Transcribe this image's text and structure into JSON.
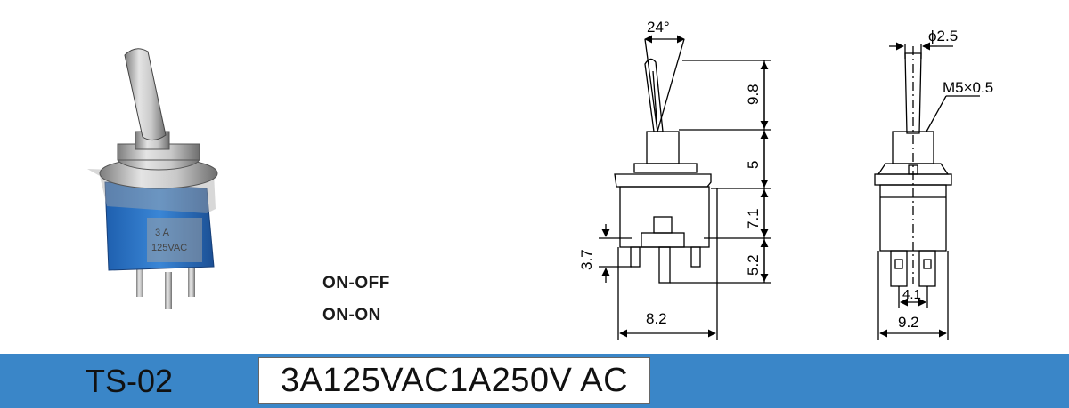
{
  "product": {
    "model": "TS-02",
    "rating": "3A125VAC1A250V AC",
    "modes": [
      "ON-OFF",
      "ON-ON"
    ],
    "body_print": [
      "3 A",
      "125VAC"
    ]
  },
  "dimensions": {
    "angle": "24°",
    "lever_height": "9.8",
    "bushing_height": "5",
    "body_height": "7.1",
    "terminal_length": "5.2",
    "terminal_offset": "3.7",
    "width": "8.2",
    "side_width": "9.2",
    "terminal_spacing": "4.1",
    "lever_diameter": "ϕ2.5",
    "thread": "M5×0.5"
  },
  "colors": {
    "accent": "#3a86c8",
    "switch_body": "#2a6fc0",
    "metal": "#b8b8b8"
  }
}
